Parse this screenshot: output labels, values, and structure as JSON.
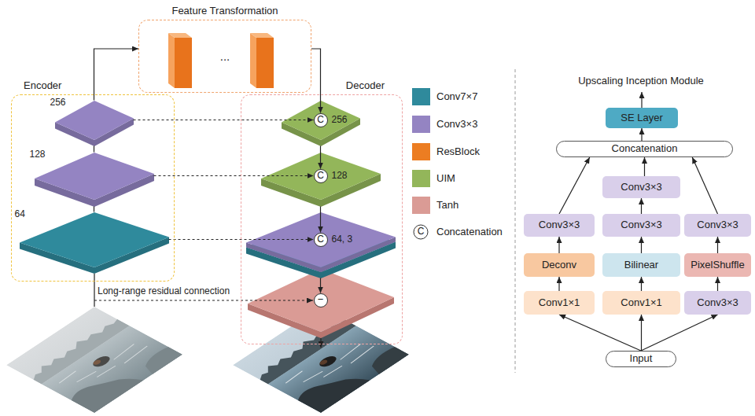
{
  "diagram": {
    "nodes": [
      {
        "text": [
          "Feature Transformation",
          "..."
        ]
      },
      {
        "text": [
          "Encoder"
        ]
      },
      {
        "text": [
          "256"
        ],
        "in": 1
      },
      {
        "text": [
          "128"
        ],
        "in": 1
      },
      {
        "text": [
          "64"
        ],
        "in": 1
      },
      {
        "text": [
          "Decoder"
        ]
      },
      {
        "text": [
          "256"
        ],
        "in": 5
      },
      {
        "text": [
          "C"
        ],
        "in": 6
      },
      {
        "text": [
          "128"
        ],
        "in": 5
      },
      {
        "text": [
          "C"
        ],
        "in": 8
      },
      {
        "text": [
          "64, 3"
        ],
        "in": 5
      },
      {
        "text": [
          "C"
        ],
        "in": 10
      },
      {
        "text": [
          "−"
        ],
        "in": 5
      },
      {
        "text": [
          "SE Layer"
        ]
      },
      {
        "text": [
          "Concatenation"
        ]
      },
      {
        "text": [
          "Conv3×3"
        ]
      },
      {
        "text": [
          "Conv3×3"
        ]
      },
      {
        "text": [
          "Conv3×3"
        ]
      },
      {
        "text": [
          "Conv3×3"
        ]
      },
      {
        "text": [
          "Deconv"
        ]
      },
      {
        "text": [
          "Bilinear"
        ]
      },
      {
        "text": [
          "PixelShuffle"
        ]
      },
      {
        "text": [
          "Conv1×1"
        ]
      },
      {
        "text": [
          "Conv1×1"
        ]
      },
      {
        "text": [
          "Conv3×3"
        ]
      },
      {
        "text": [
          "Input"
        ]
      }
    ],
    "edges": [
      {
        "from": 4,
        "to": 3,
        "arrow": "none"
      },
      {
        "from": 3,
        "to": 2,
        "arrow": "none"
      },
      {
        "from": 2,
        "to": 0,
        "arrow": "to"
      },
      {
        "from": 0,
        "to": 7,
        "arrow": "to"
      },
      {
        "from": 2,
        "to": 7,
        "arrow": "to"
      },
      {
        "from": 3,
        "to": 9,
        "arrow": "to"
      },
      {
        "from": 4,
        "to": 11,
        "arrow": "to"
      },
      {
        "from": 6,
        "to": 9,
        "arrow": "to"
      },
      {
        "from": 8,
        "to": 11,
        "arrow": "to"
      },
      {
        "from": 10,
        "to": 12,
        "arrow": "to"
      },
      {
        "from": 25,
        "to": 22,
        "arrow": "to"
      },
      {
        "from": 25,
        "to": 23,
        "arrow": "to"
      },
      {
        "from": 25,
        "to": 24,
        "arrow": "to"
      },
      {
        "from": 22,
        "to": 19,
        "arrow": "to"
      },
      {
        "from": 19,
        "to": 16,
        "arrow": "to"
      },
      {
        "from": 16,
        "to": 14,
        "arrow": "to"
      },
      {
        "from": 23,
        "to": 20,
        "arrow": "to"
      },
      {
        "from": 20,
        "to": 17,
        "arrow": "to"
      },
      {
        "from": 17,
        "to": 15,
        "arrow": "to"
      },
      {
        "from": 15,
        "to": 14,
        "arrow": "to"
      },
      {
        "from": 24,
        "to": 21,
        "arrow": "to"
      },
      {
        "from": 21,
        "to": 18,
        "arrow": "to"
      },
      {
        "from": 18,
        "to": 14,
        "arrow": "to"
      },
      {
        "from": 14,
        "to": 13,
        "arrow": "to"
      }
    ],
    "labels": [
      "Upscaling Inception Module",
      "Long-range residual connection",
      "C"
    ],
    "legend": [
      {
        "text": "Conv7×7",
        "color": "#2f8a9c"
      },
      {
        "text": "Conv3×3",
        "color": "#9484c2"
      },
      {
        "text": "ResBlock",
        "color": "#ec7d22"
      },
      {
        "text": "UIM",
        "color": "#93b65a"
      },
      {
        "text": "Tanh",
        "color": "#da9b95"
      },
      {
        "text": "Concatenation"
      }
    ]
  }
}
